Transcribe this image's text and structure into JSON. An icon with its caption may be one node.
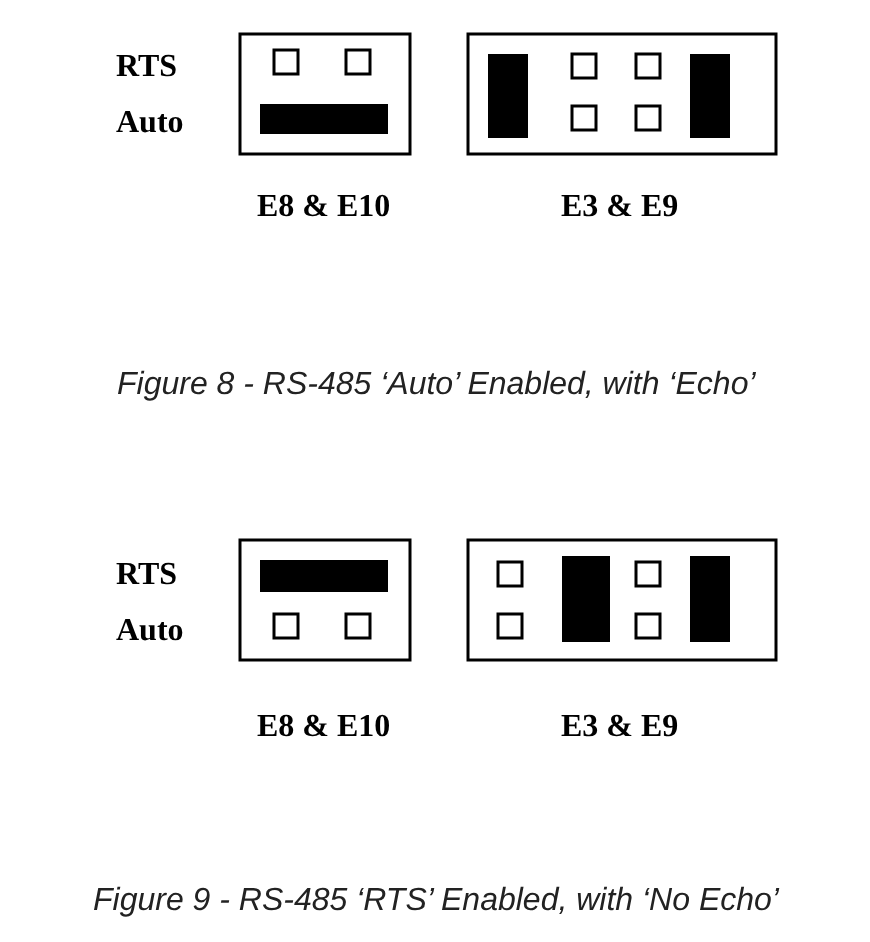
{
  "diagram": {
    "labels": [
      "RTS",
      "Auto",
      "E8 & E10",
      "E3 & E9",
      "Figure 8 - RS-485 ‘Auto’ Enabled, with ‘Echo’",
      "RTS",
      "Auto",
      "E8 & E10",
      "E3 & E9",
      "Figure 9 - RS-485 ‘RTS’ Enabled, with ‘No Echo’"
    ]
  }
}
